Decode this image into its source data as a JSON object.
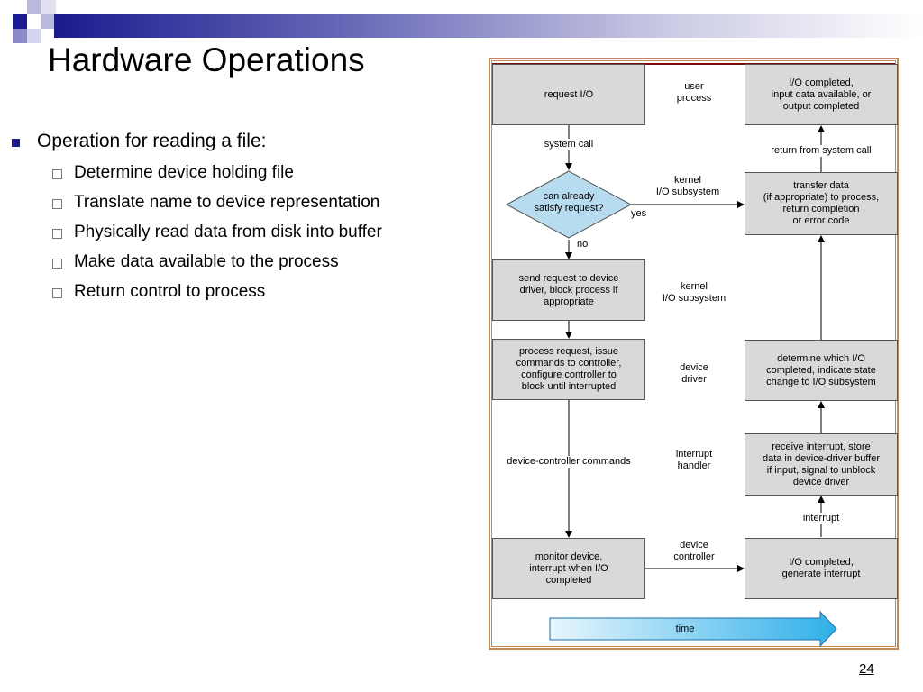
{
  "slide": {
    "title": "Hardware Operations",
    "bullet": "Operation for reading a file:",
    "subbullets": [
      "Determine device holding file",
      "Translate name to device representation",
      "Physically read data from disk into buffer",
      "Make data available to the process",
      "Return control to process"
    ],
    "page_number": "24"
  },
  "diagram": {
    "boxes": {
      "request_io": "request I/O",
      "io_completed_top": "I/O completed,\ninput data available, or\noutput completed",
      "transfer_data": "transfer data\n(if appropriate) to process,\nreturn completion\nor error code",
      "send_request": "send request to device\ndriver, block process if\nappropriate",
      "process_request": "process request, issue\ncommands to controller,\nconfigure controller to\nblock until interrupted",
      "determine_io": "determine which I/O\ncompleted, indicate state\nchange to I/O subsystem",
      "receive_interrupt": "receive interrupt, store\ndata in device-driver buffer\nif input, signal to unblock\ndevice driver",
      "monitor_device": "monitor device,\ninterrupt when I/O\ncompleted",
      "io_completed_bottom": "I/O completed,\ngenerate interrupt"
    },
    "decision": "can already\nsatisfy request?",
    "labels": {
      "user_process": "user\nprocess",
      "system_call": "system call",
      "return_from_system_call": "return from system call",
      "kernel_io_1": "kernel\nI/O subsystem",
      "yes": "yes",
      "no": "no",
      "kernel_io_2": "kernel\nI/O subsystem",
      "device_driver": "device\ndriver",
      "device_controller_commands": "device-controller commands",
      "interrupt_handler": "interrupt\nhandler",
      "interrupt": "interrupt",
      "device_controller": "device\ncontroller",
      "time": "time"
    }
  }
}
